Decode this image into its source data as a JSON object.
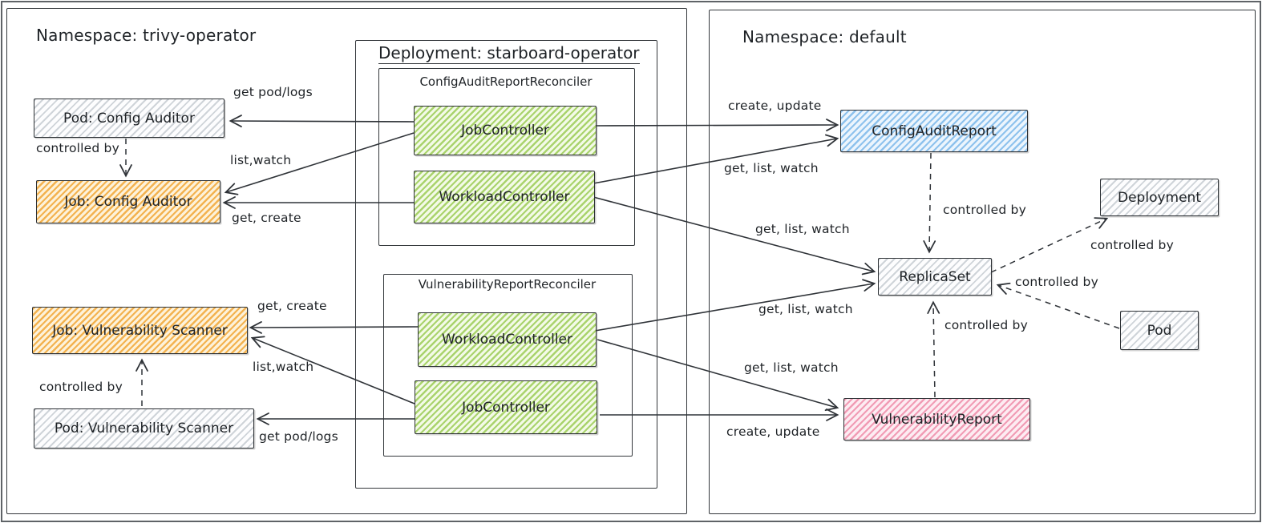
{
  "titles": {
    "ns_left": "Namespace: trivy-operator",
    "deployment": "Deployment: starboard-operator",
    "reconciler_config": "ConfigAuditReportReconciler",
    "reconciler_vuln": "VulnerabilityReportReconciler",
    "ns_right": "Namespace: default"
  },
  "nodes": {
    "pod_config_auditor": {
      "label": "Pod: Config Auditor",
      "fill": "gray"
    },
    "job_config_auditor": {
      "label": "Job: Config Auditor",
      "fill": "orange"
    },
    "job_controller_car": {
      "label": "JobController",
      "fill": "green"
    },
    "workload_controller_car": {
      "label": "WorkloadController",
      "fill": "green"
    },
    "workload_controller_vr": {
      "label": "WorkloadController",
      "fill": "green"
    },
    "job_controller_vr": {
      "label": "JobController",
      "fill": "green"
    },
    "job_vuln_scanner": {
      "label": "Job: Vulnerability Scanner",
      "fill": "orange"
    },
    "pod_vuln_scanner": {
      "label": "Pod: Vulnerability Scanner",
      "fill": "gray"
    },
    "config_audit_report": {
      "label": "ConfigAuditReport",
      "fill": "blue"
    },
    "replica_set": {
      "label": "ReplicaSet",
      "fill": "gray"
    },
    "deployment": {
      "label": "Deployment",
      "fill": "gray"
    },
    "pod": {
      "label": "Pod",
      "fill": "gray"
    },
    "vulnerability_report": {
      "label": "VulnerabilityReport",
      "fill": "pink"
    }
  },
  "edge_labels": {
    "get_pod_logs_top": "get pod/logs",
    "list_watch_top": "list,watch",
    "get_create_top": "get, create",
    "controlled_by_top_left": "controlled by",
    "get_create_bottom": "get, create",
    "list_watch_bottom": "list,watch",
    "controlled_by_bottom_left": "controlled by",
    "get_pod_logs_bottom": "get pod/logs",
    "create_update_top": "create, update",
    "get_list_watch_1": "get, list, watch",
    "get_list_watch_2": "get, list, watch",
    "get_list_watch_3": "get, list, watch",
    "get_list_watch_4": "get, list, watch",
    "create_update_bottom": "create, update",
    "controlled_by_config_report": "controlled by",
    "controlled_by_deployment": "controlled by",
    "controlled_by_pod": "controlled by",
    "controlled_by_vuln_report": "controlled by"
  },
  "colors": {
    "stroke": "#2f3338",
    "gray_stripe": "#cfd4d9",
    "orange_stripe": "#f3b24f",
    "green_stripe": "#a9d36c",
    "blue_stripe": "#8ec2ed",
    "pink_stripe": "#f19cb5"
  }
}
